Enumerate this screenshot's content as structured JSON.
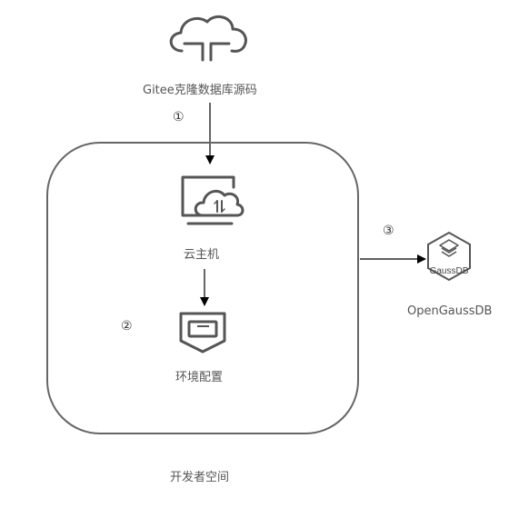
{
  "nodes": {
    "cloud": {
      "label": "Gitee克隆数据库源码",
      "icon": "cloud-icon"
    },
    "vm": {
      "label": "云主机",
      "icon": "cloud-monitor-icon"
    },
    "env": {
      "label": "环境配置",
      "icon": "config-panel-icon"
    },
    "db": {
      "label": "OpenGaussDB",
      "icon": "gaussdb-logo",
      "logo_text": "GaussDB"
    }
  },
  "container": {
    "label": "开发者空间"
  },
  "steps": [
    "①",
    "②",
    "③"
  ],
  "colors": {
    "stroke": "#555555",
    "arrow": "#000000",
    "text": "#555555",
    "background": "#ffffff"
  }
}
